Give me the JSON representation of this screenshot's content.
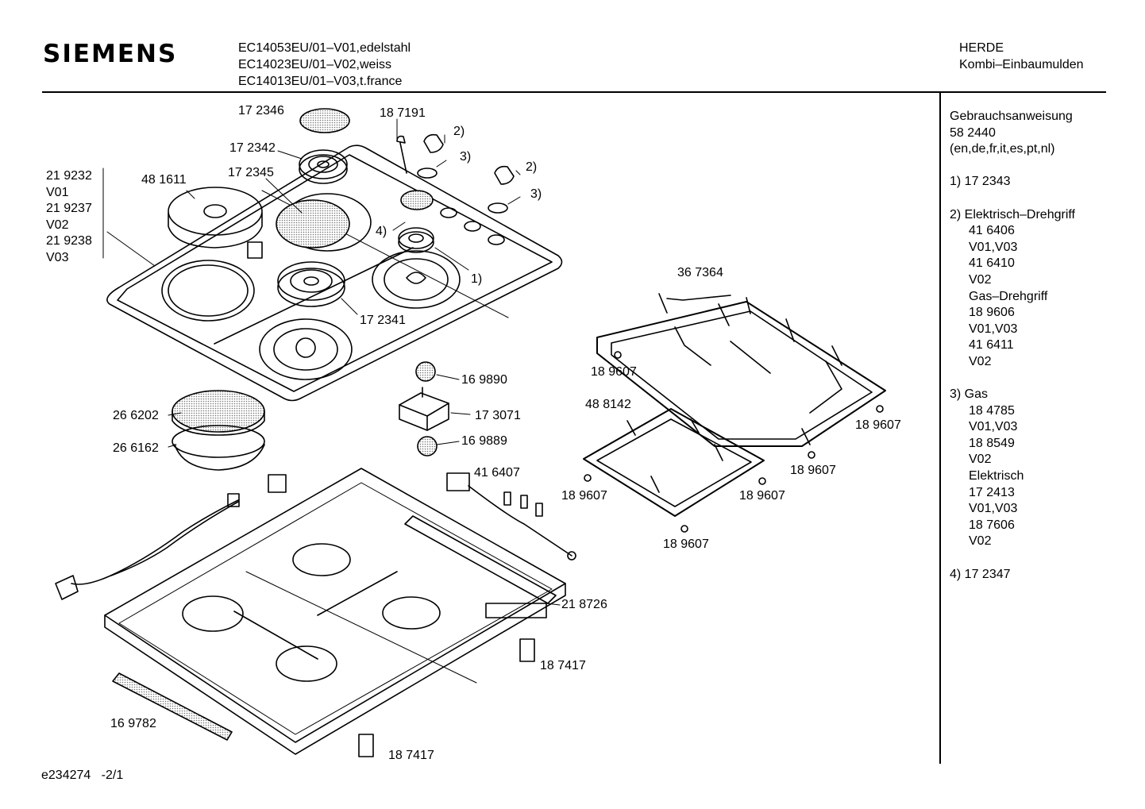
{
  "header": {
    "brand": "SIEMENS",
    "models": [
      "EC14053EU/01–V01,edelstahl",
      "EC14023EU/01–V02,weiss",
      "EC14013EU/01–V03,t.france"
    ],
    "category": "HERDE",
    "subcategory": "Kombi–Einbaumulden"
  },
  "sidebar": {
    "manual_title": "Gebrauchsanweisung",
    "manual_number": "58 2440",
    "manual_langs": "(en,de,fr,it,es,pt,nl)",
    "note1": "1) 17 2343",
    "note2_title": "2) Elektrisch–Drehgriff",
    "note2_items": [
      "41 6406",
      "V01,V03",
      "41 6410",
      "V02",
      "Gas–Drehgriff",
      "18 9606",
      "V01,V03",
      "41 6411",
      "V02"
    ],
    "note3_title": "3) Gas",
    "note3_items": [
      "18 4785",
      "V01,V03",
      "18 8549",
      "V02",
      "Elektrisch",
      "17 2413",
      "V01,V03",
      "18 7606",
      "V02"
    ],
    "note4": "4) 17 2347"
  },
  "hob_variants": [
    "21 9232",
    "V01",
    "21 9237",
    "V02",
    "21 9238",
    "V03"
  ],
  "labels": {
    "p172346": "17 2346",
    "p187191": "18 7191",
    "p172342": "17 2342",
    "p172345": "17 2345",
    "p481611": "48 1611",
    "p172341": "17 2341",
    "p169890": "16 9890",
    "p173071": "17 3071",
    "p169889": "16 9889",
    "p266202": "26 6202",
    "p266162": "26 6162",
    "p416407": "41 6407",
    "p218726": "21 8726",
    "p187417a": "18 7417",
    "p187417b": "18 7417",
    "p169782": "16 9782",
    "p367364": "36 7364",
    "p488142": "48 8142",
    "p189607": "18 9607",
    "n1": "1)",
    "n2a": "2)",
    "n2b": "2)",
    "n3a": "3)",
    "n3b": "3)",
    "n4": "4)"
  },
  "footer": {
    "drawing_id": "e234274",
    "page": "-2/1"
  }
}
